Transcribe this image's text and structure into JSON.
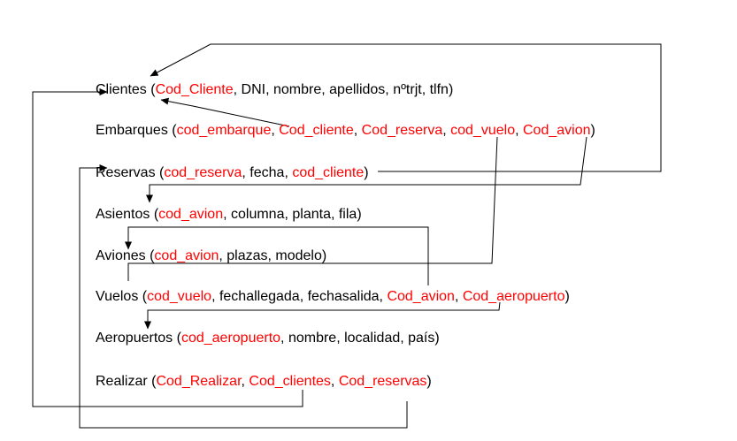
{
  "colors": {
    "text": "#000000",
    "key": "#ff0000",
    "connector": "#000000",
    "background": "#ffffff"
  },
  "entities": [
    {
      "id": "clientes",
      "name": "Clientes",
      "fields": [
        {
          "text": "Cod_Cliente",
          "key": true
        },
        {
          "text": "DNI",
          "key": false
        },
        {
          "text": "nombre",
          "key": false
        },
        {
          "text": "apellidos",
          "key": false
        },
        {
          "text": "nºtrjt",
          "key": false
        },
        {
          "text": "tlfn",
          "key": false
        }
      ]
    },
    {
      "id": "embarques",
      "name": "Embarques",
      "fields": [
        {
          "text": "cod_embarque",
          "key": true
        },
        {
          "text": "Cod_cliente",
          "key": true
        },
        {
          "text": "Cod_reserva",
          "key": true
        },
        {
          "text": "cod_vuelo",
          "key": true
        },
        {
          "text": "Cod_avion",
          "key": true
        }
      ]
    },
    {
      "id": "reservas",
      "name": "Reservas",
      "fields": [
        {
          "text": "cod_reserva",
          "key": true
        },
        {
          "text": "fecha",
          "key": false
        },
        {
          "text": "cod_cliente",
          "key": true
        }
      ]
    },
    {
      "id": "asientos",
      "name": "Asientos",
      "fields": [
        {
          "text": "cod_avion",
          "key": true
        },
        {
          "text": "columna",
          "key": false
        },
        {
          "text": "planta",
          "key": false
        },
        {
          "text": "fila",
          "key": false
        }
      ]
    },
    {
      "id": "aviones",
      "name": "Aviones",
      "fields": [
        {
          "text": "cod_avion",
          "key": true
        },
        {
          "text": "plazas",
          "key": false
        },
        {
          "text": "modelo",
          "key": false
        }
      ]
    },
    {
      "id": "vuelos",
      "name": "Vuelos",
      "fields": [
        {
          "text": "cod_vuelo",
          "key": true
        },
        {
          "text": "fechallegada",
          "key": false
        },
        {
          "text": "fechasalida",
          "key": false
        },
        {
          "text": "Cod_avion",
          "key": true
        },
        {
          "text": "Cod_aeropuerto",
          "key": true
        }
      ]
    },
    {
      "id": "aeropuertos",
      "name": "Aeropuertos",
      "fields": [
        {
          "text": "cod_aeropuerto",
          "key": true
        },
        {
          "text": "nombre",
          "key": false
        },
        {
          "text": "localidad",
          "key": false
        },
        {
          "text": "país",
          "key": false
        }
      ]
    },
    {
      "id": "realizar",
      "name": "Realizar",
      "fields": [
        {
          "text": "Cod_Realizar",
          "key": true
        },
        {
          "text": "Cod_clientes",
          "key": true
        },
        {
          "text": "Cod_reservas",
          "key": true
        }
      ]
    }
  ],
  "connectors": [
    {
      "id": "reservas-cod_cliente-to-clientes",
      "from": "Reservas.cod_cliente",
      "to": "Clientes"
    },
    {
      "id": "embarques-cod_cliente-to-clientes",
      "from": "Embarques.Cod_cliente",
      "to": "Clientes"
    },
    {
      "id": "embarques-cod_vuelo-to-vuelos",
      "from": "Embarques.cod_vuelo",
      "to": "Vuelos"
    },
    {
      "id": "embarques-cod_avion-to-asientos",
      "from": "Embarques.Cod_avion",
      "to": "Asientos"
    },
    {
      "id": "vuelos-cod_avion-to-aviones",
      "from": "Vuelos.Cod_avion",
      "to": "Aviones"
    },
    {
      "id": "vuelos-cod_aeropuerto-to-aeropuertos",
      "from": "Vuelos.Cod_aeropuerto",
      "to": "Aeropuertos"
    },
    {
      "id": "realizar-cod_clientes-to-clientes",
      "from": "Realizar.Cod_clientes",
      "to": "Clientes"
    },
    {
      "id": "realizar-cod_reservas-to-reservas",
      "from": "Realizar.Cod_reservas",
      "to": "Reservas"
    }
  ]
}
